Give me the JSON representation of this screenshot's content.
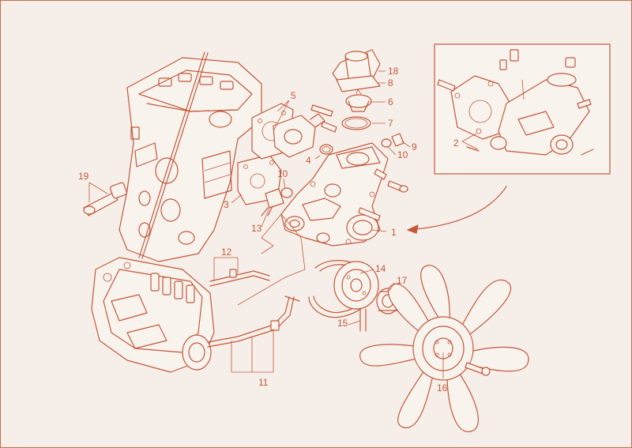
{
  "diagram": {
    "colors": {
      "line": "#c2583a",
      "background": "#f6efe9",
      "frame": "#c0704c"
    },
    "callouts": [
      "1",
      "2",
      "3",
      "4",
      "5",
      "6",
      "7",
      "8",
      "9",
      "10",
      "10",
      "11",
      "12",
      "13",
      "14",
      "15",
      "16",
      "17",
      "18",
      "19"
    ]
  }
}
